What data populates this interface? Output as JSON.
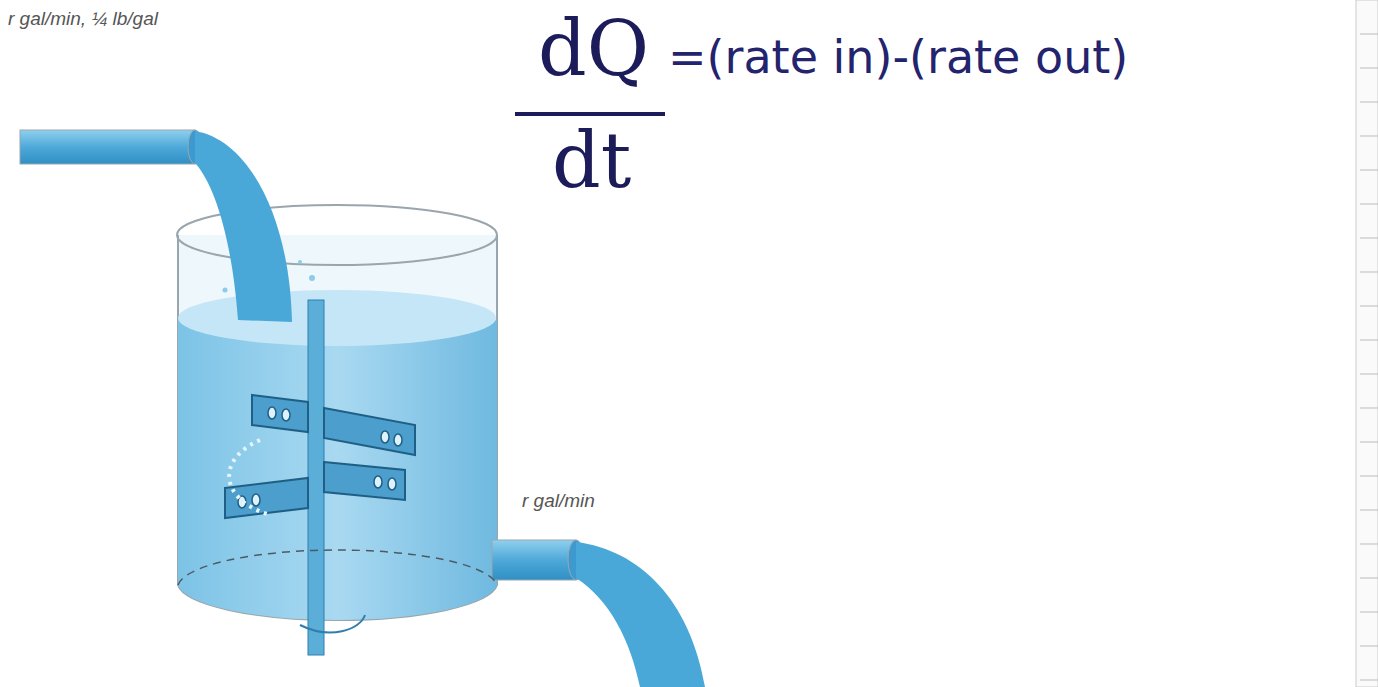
{
  "diagram": {
    "labels": [
      "r gal/min, ¼ lb/gal",
      "r gal/min",
      "dQ",
      "dt",
      "=(rate in)-(rate out)"
    ]
  }
}
